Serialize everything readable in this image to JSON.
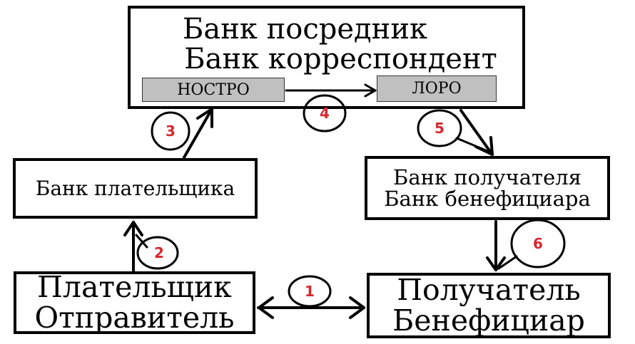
{
  "diagram": {
    "intermediary_bank": {
      "line1": "Банк посредник",
      "line2": "Банк корреспондент"
    },
    "nostro_label": "НОСТРО",
    "loro_label": "ЛОРО",
    "payer_bank": "Банк плательщика",
    "recipient_bank": {
      "line1": "Банк получателя",
      "line2": "Банк бенефициара"
    },
    "payer": {
      "line1": "Плательщик",
      "line2": "Отправитель"
    },
    "recipient": {
      "line1": "Получатель",
      "line2": "Бенефициар"
    },
    "steps": [
      "1",
      "2",
      "3",
      "4",
      "5",
      "6"
    ],
    "colors": {
      "stroke": "#000000",
      "account_fill": "#c0c0c0",
      "step_number": "#d8262c"
    }
  }
}
